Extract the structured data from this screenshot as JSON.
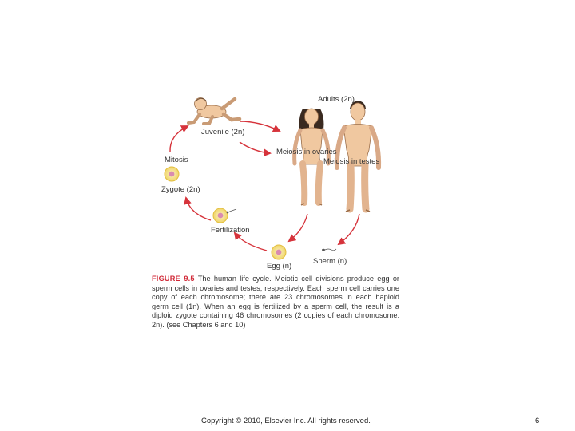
{
  "diagram": {
    "labels": {
      "adults": "Adults (2n)",
      "juvenile": "Juvenile (2n)",
      "meiosis_ovaries": "Meiosis in ovaries",
      "meiosis_testes": "Meiosis in testes",
      "mitosis": "Mitosis",
      "zygote": "Zygote (2n)",
      "fertilization": "Fertilization",
      "egg": "Egg (n)",
      "sperm": "Sperm (n)"
    },
    "colors": {
      "arrow": "#d6333b",
      "cell_fill": "#f6e8a6",
      "cell_ring": "#e9c94a",
      "nucleus": "#d98bb0",
      "skin": "#f0c8a0",
      "skin_outline": "#9b6e4a",
      "hair": "#3a2a20"
    }
  },
  "caption": {
    "figure_label": "FIGURE 9.5",
    "text": "The human life cycle. Meiotic cell divisions produce egg or sperm cells in ovaries and testes, respectively. Each sperm cell carries one copy of each chromosome; there are 23 chromosomes in each haploid germ cell (1n). When an egg is fertilized by a sperm cell, the result is a diploid zygote containing 46 chromosomes (2 copies of each chromosome: 2n). (see Chapters 6 and 10)"
  },
  "footer": {
    "copyright": "Copyright © 2010, Elsevier Inc. All rights reserved.",
    "page_number": "6"
  }
}
